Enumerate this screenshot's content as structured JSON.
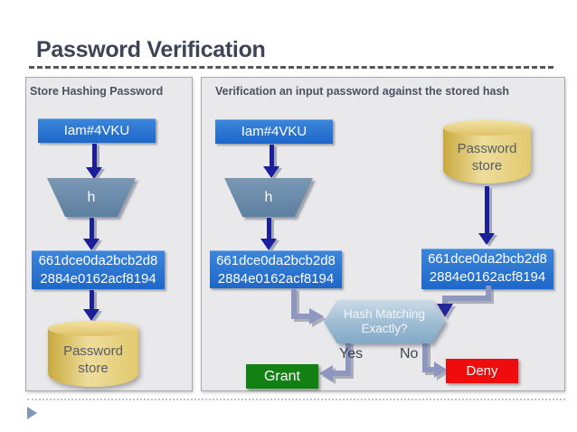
{
  "title": "Password Verification",
  "left_panel": {
    "header": "Store Hashing Password",
    "password_box": "Iam#4VKU",
    "hash_function": "h",
    "hash_value_line1": "661dce0da2bcb2d8",
    "hash_value_line2": "2884e0162acf8194",
    "store_label_line1": "Password",
    "store_label_line2": "store"
  },
  "right_panel": {
    "header": "Verification an input password against the stored hash",
    "password_box": "Iam#4VKU",
    "hash_function": "h",
    "computed_hash_line1": "661dce0da2bcb2d8",
    "computed_hash_line2": "2884e0162acf8194",
    "stored_hash_line1": "661dce0da2bcb2d8",
    "stored_hash_line2": "2884e0162acf8194",
    "store_label_line1": "Password",
    "store_label_line2": "store",
    "decision_line1": "Hash Matching",
    "decision_line2": "Exactly?",
    "yes_label": "Yes",
    "no_label": "No",
    "grant_button": "Grant",
    "deny_button": "Deny"
  },
  "colors": {
    "accent_blue": "#1e67c8",
    "arrow_navy": "#1c1f9c",
    "connector_slate": "#8d97c0",
    "grant_green": "#128012",
    "deny_red": "#ee0c0c",
    "cylinder_gold": "#e2c96e",
    "hexagon_blue": "#9cbbd3"
  }
}
